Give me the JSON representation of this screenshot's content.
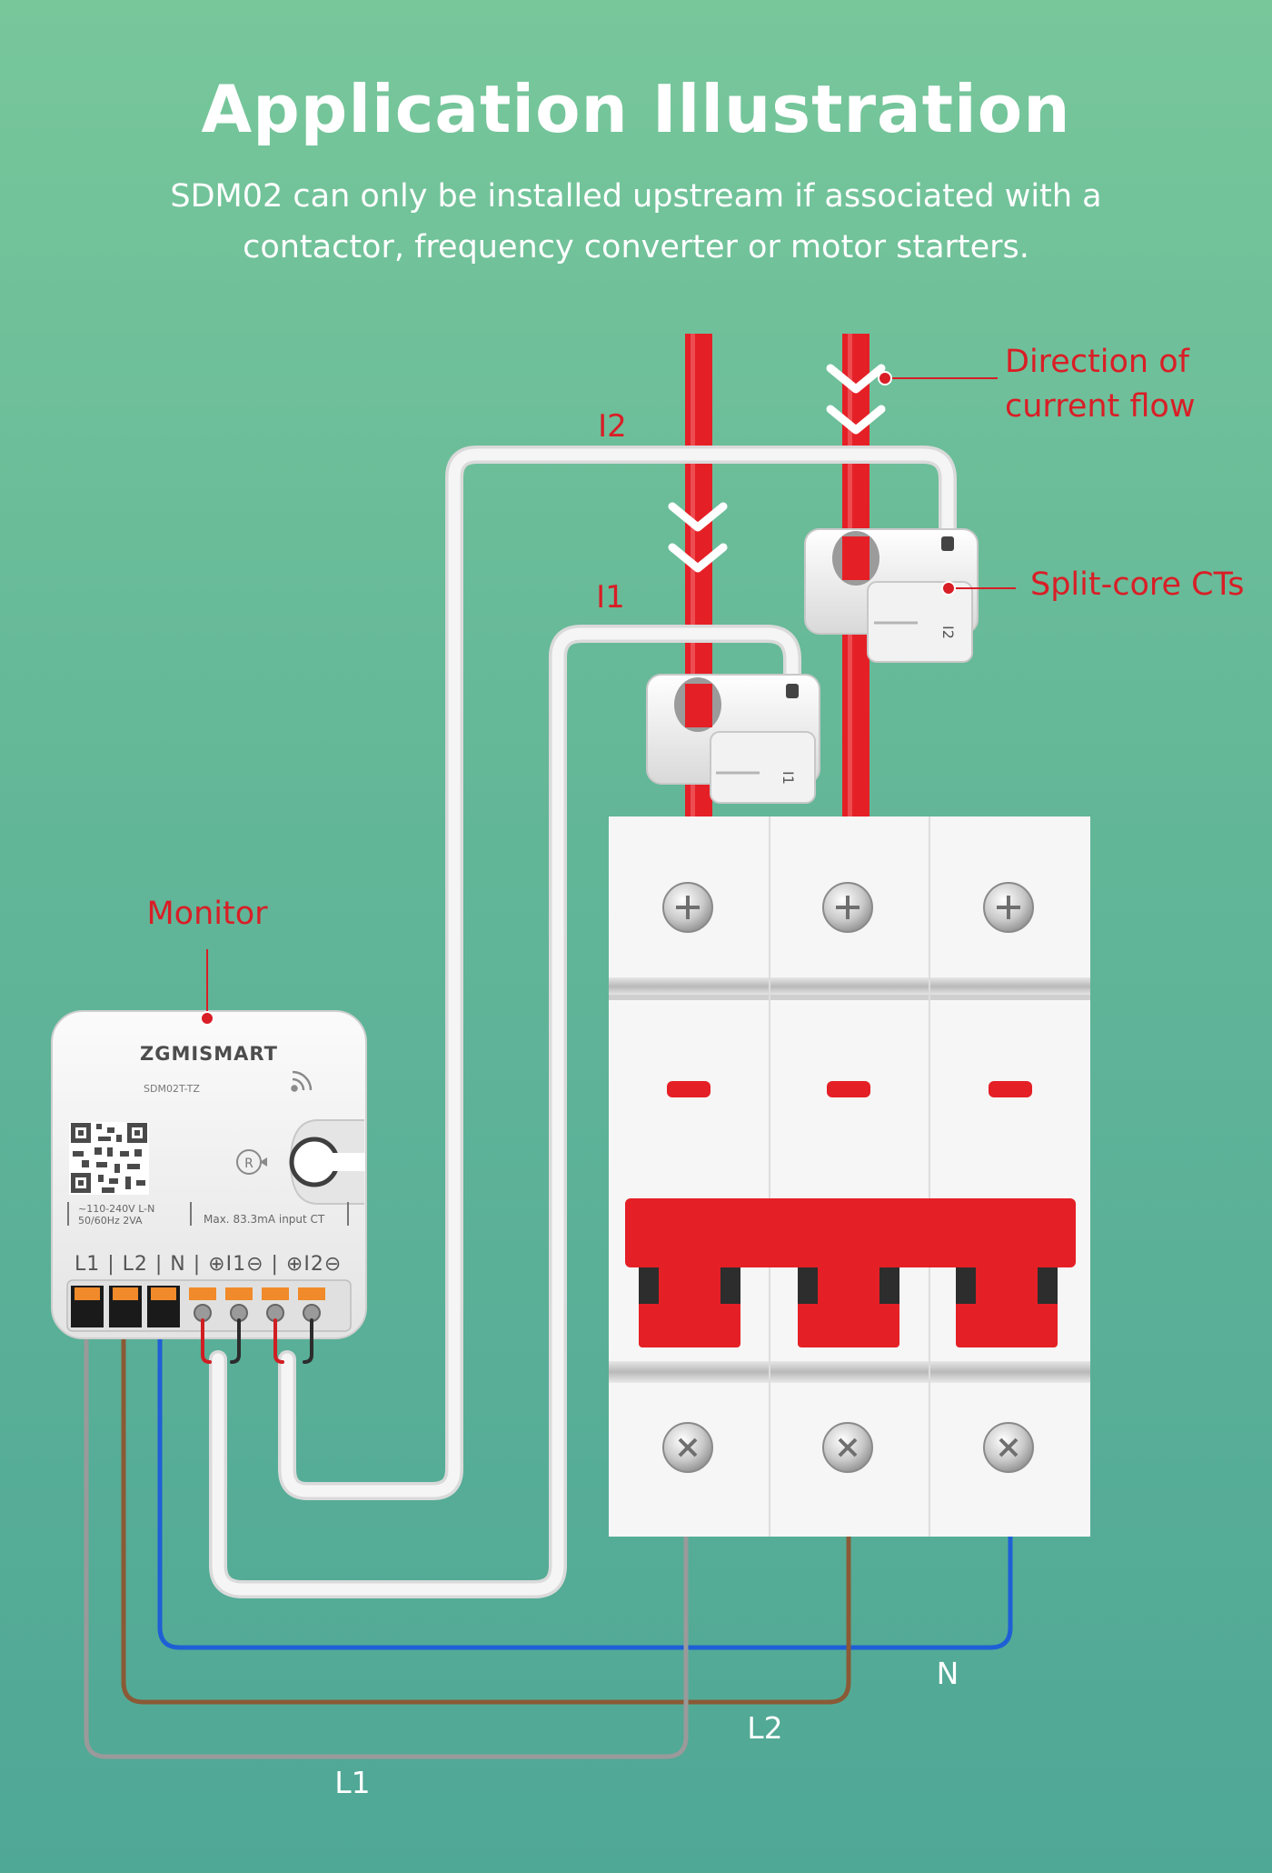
{
  "header": {
    "title": "Application Illustration",
    "subtitle_line1": "SDM02 can only be installed upstream if associated with a",
    "subtitle_line2": "contactor, frequency converter or motor starters."
  },
  "callouts": {
    "direction_line1": "Direction of",
    "direction_line2": "current flow",
    "split_core": "Split-core CTs",
    "monitor": "Monitor"
  },
  "wire_labels": {
    "i1": "I1",
    "i2": "I2",
    "n": "N",
    "l2": "L2",
    "l1": "L1"
  },
  "monitor_device": {
    "brand": "ZGMISMART",
    "model": "SDM02T-TZ",
    "spec_left_1": "~110-240V L-N",
    "spec_left_2": "50/60Hz 2VA",
    "spec_right": "Max. 83.3mA input CT",
    "terminals": "L1 | L2 | N | ⊕I1⊖ | ⊕I2⊖",
    "reset_mark": "R"
  },
  "ct_markings": {
    "ct1": "I1",
    "ct2": "I2"
  },
  "colors": {
    "accent_red": "#e42026",
    "callout_text": "#d91e26",
    "wire_neutral": "#1f5fd6",
    "wire_l2": "#8a5a36",
    "wire_l1": "#9a9a9a",
    "ct_lead": "#f4f4f4",
    "breaker_body": "#f6f6f6",
    "terminal_orange": "#f08a2a"
  }
}
